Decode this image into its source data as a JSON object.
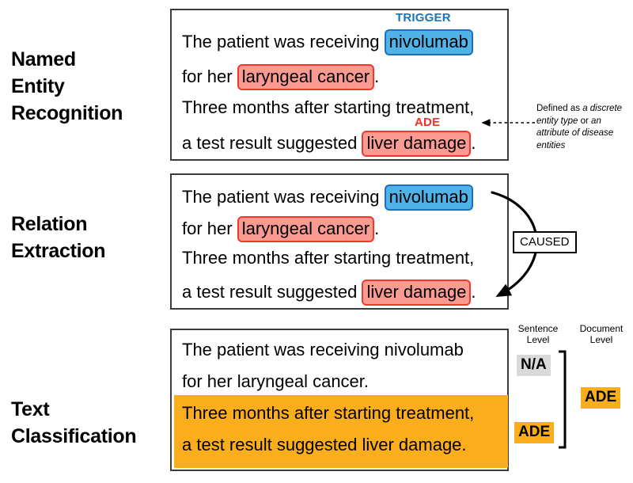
{
  "tasks": {
    "ner": "Named\nEntity\nRecognition",
    "relation_extraction": "Relation\nExtraction",
    "text_classification": "Text\nClassification"
  },
  "sentence": {
    "line1_prefix": "The patient was receiving ",
    "drug": "nivolumab",
    "line2_prefix": "for her ",
    "disease": "laryngeal cancer",
    "line2_suffix": ".",
    "line3": "Three months after starting treatment,",
    "line4_prefix": "a test result suggested ",
    "effect": "liver damage",
    "line4_suffix": ".",
    "line1_plain": "The patient was receiving nivolumab",
    "line2_plain": "for her laryngeal cancer.",
    "line4_plain": "a test result suggested liver damage."
  },
  "ner_panel": {
    "trigger_label": "TRIGGER",
    "ade_label": "ADE",
    "note_intro": "Defined as ",
    "note_em1": "a discrete entity type",
    "note_mid": " or ",
    "note_em2": "an attribute of disease entities"
  },
  "relation_panel": {
    "relation_label": "CAUSED"
  },
  "classification_panel": {
    "sentence_level_header": "Sentence\nLevel",
    "document_level_header": "Document\nLevel",
    "sentence_badge_1": "N/A",
    "sentence_badge_2": "ADE",
    "document_badge": "ADE"
  },
  "colors": {
    "drug_fill": "#4FB3E8",
    "drug_border": "#1B72B8",
    "disease_fill": "#F99B92",
    "disease_border": "#F0392B",
    "trigger_text": "#1B72B8",
    "ade_text": "#F0302A",
    "highlight_orange": "#FAAE1B",
    "na_gray": "#D9D9D9",
    "panel_border": "#3B3B3B"
  }
}
